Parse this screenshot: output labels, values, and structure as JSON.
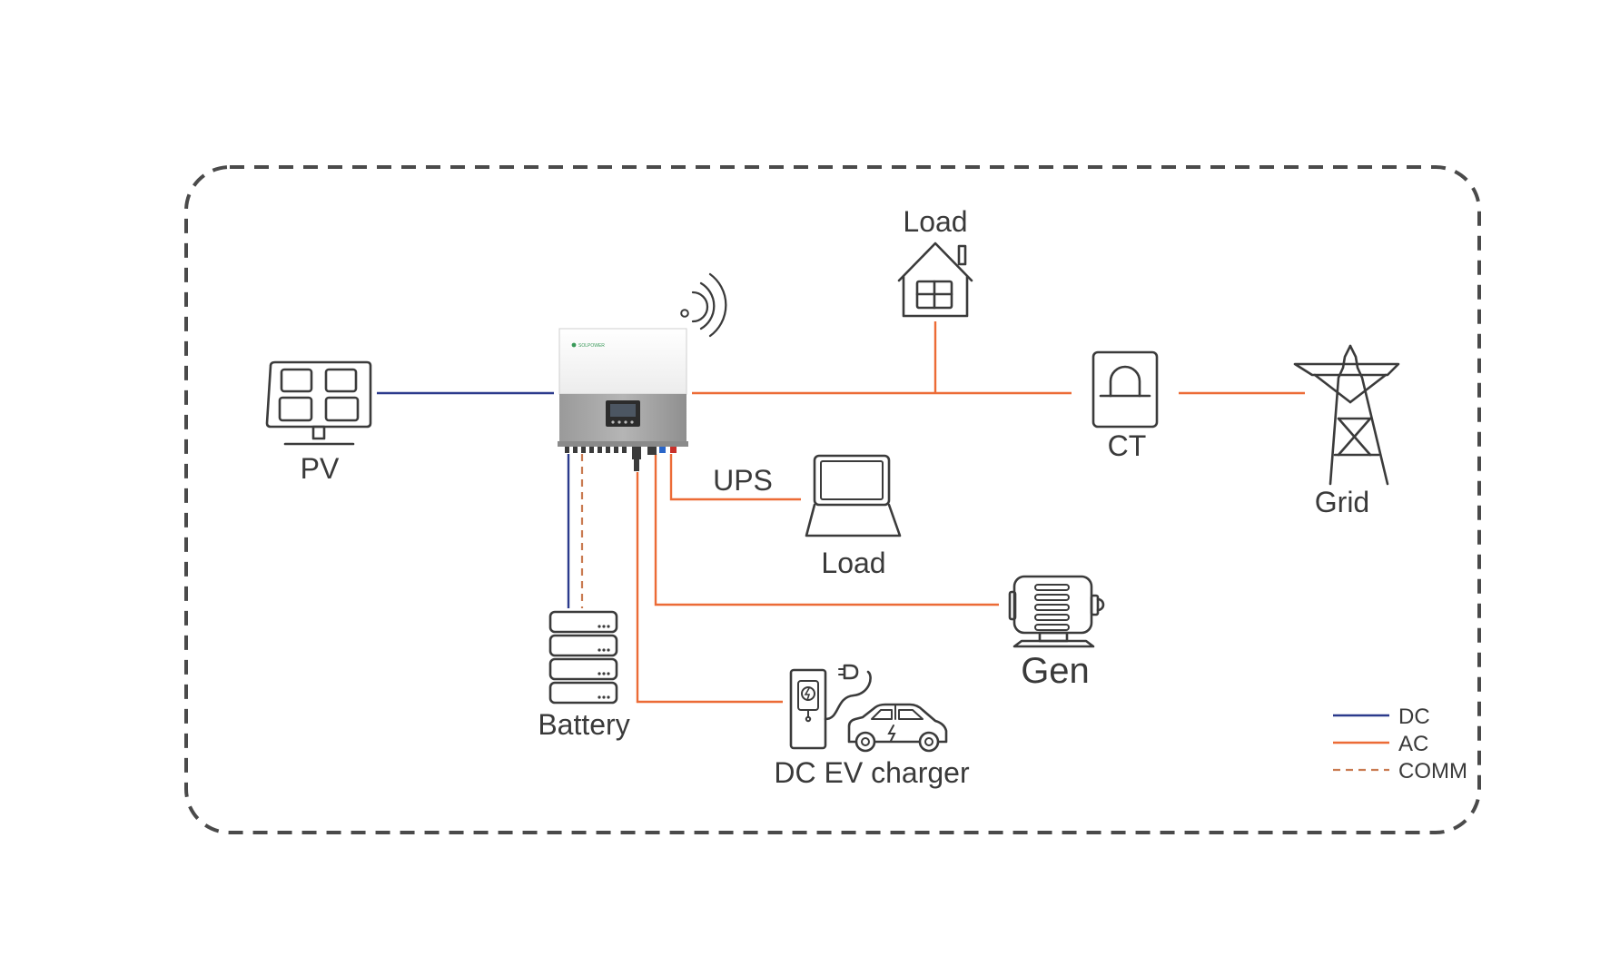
{
  "colors": {
    "dc": "#2b3a8c",
    "ac": "#ec6b36",
    "comm": "#c97a50",
    "frame": "#4a4a4a",
    "ink": "#3b3b3b",
    "inverter_brand": "#3a9a5a"
  },
  "nodes": {
    "pv": {
      "label": "PV",
      "icon": "solar-panel-icon"
    },
    "inverter": {
      "label": "",
      "icon": "hybrid-inverter-icon",
      "brand_mark": "SOLPOWER"
    },
    "wifi": {
      "icon": "wifi-icon"
    },
    "load_home": {
      "label": "Load",
      "icon": "house-icon"
    },
    "ct": {
      "label": "CT",
      "icon": "current-transformer-icon"
    },
    "grid": {
      "label": "Grid",
      "icon": "power-pylon-icon"
    },
    "ups": {
      "label": "UPS"
    },
    "load_laptop": {
      "label": "Load",
      "icon": "laptop-icon"
    },
    "gen": {
      "label": "Gen",
      "icon": "generator-icon"
    },
    "battery": {
      "label": "Battery",
      "icon": "battery-stack-icon"
    },
    "ev_charger": {
      "label": "DC EV charger",
      "icon": "ev-charger-icon"
    }
  },
  "legend": [
    {
      "label": "DC",
      "type": "dc"
    },
    {
      "label": "AC",
      "type": "ac"
    },
    {
      "label": "COMM",
      "type": "comm"
    }
  ]
}
